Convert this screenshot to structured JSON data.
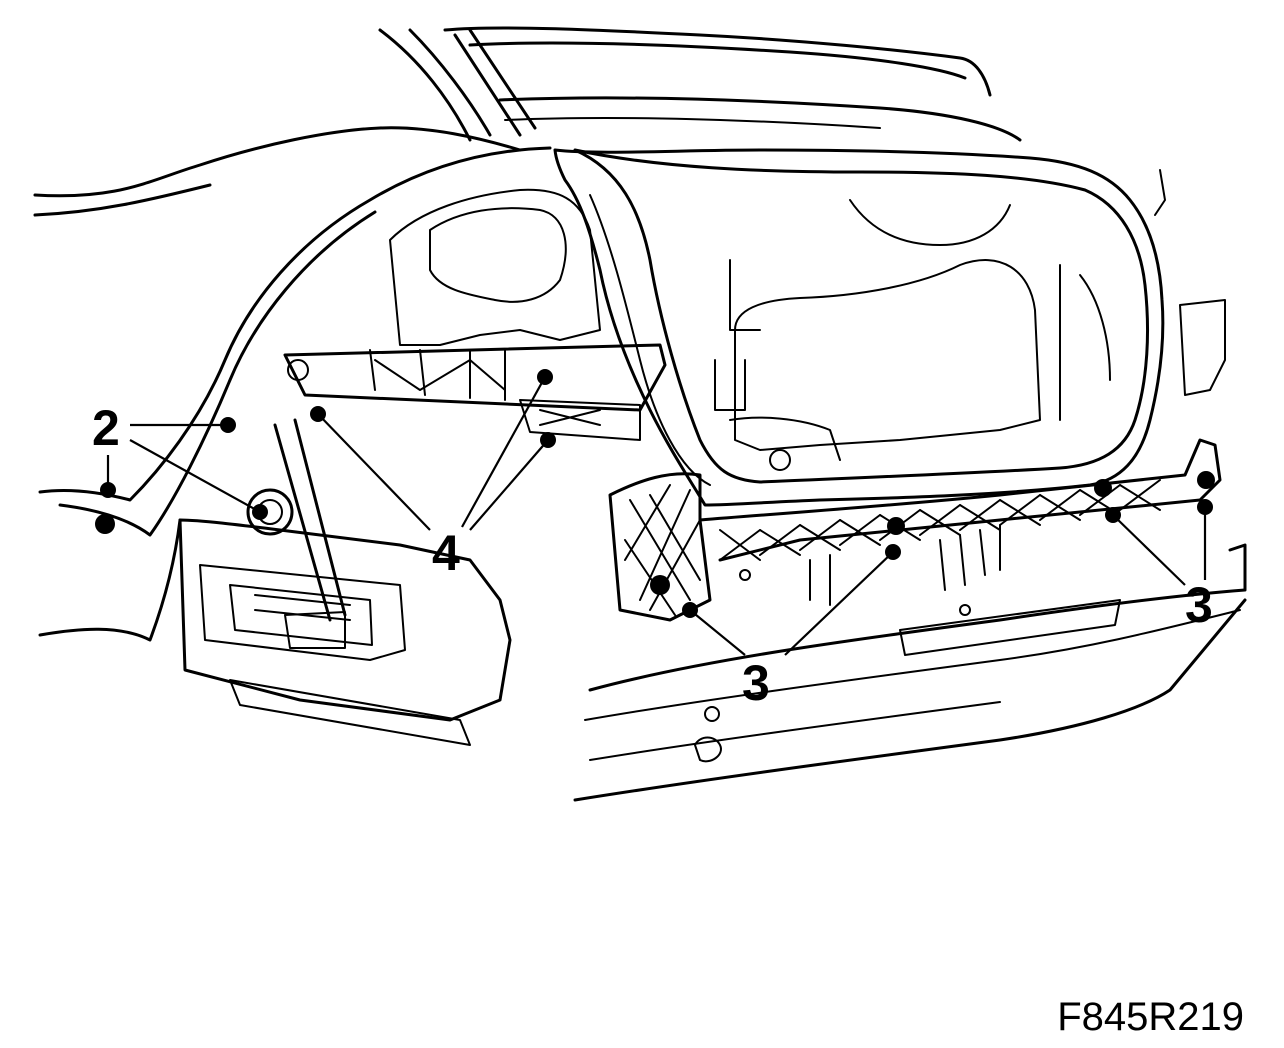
{
  "figure": {
    "reference_code": "F845R219",
    "callouts": {
      "c2": "2",
      "c3_bottom": "3",
      "c3_right": "3",
      "c4": "4"
    }
  }
}
